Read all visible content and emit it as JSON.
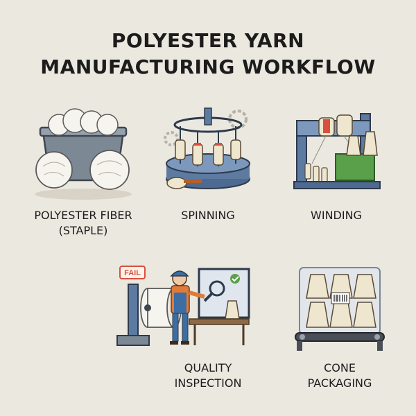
{
  "title": {
    "line1": "POLYESTER YARN",
    "line2": "MANUFACTURING WORKFLOW"
  },
  "steps": [
    {
      "id": "fiber",
      "label_lines": [
        "POLYESTER FIBER",
        "(STAPLE)"
      ],
      "icon": "fiber-bin-icon"
    },
    {
      "id": "spinning",
      "label_lines": [
        "SPINNING"
      ],
      "icon": "spinning-frame-icon"
    },
    {
      "id": "winding",
      "label_lines": [
        "WINDING"
      ],
      "icon": "winding-machine-icon"
    },
    {
      "id": "quality",
      "label_lines": [
        "QUALITY",
        "INSPECTION"
      ],
      "icon": "inspector-icon",
      "badge": "FAIL"
    },
    {
      "id": "packaging",
      "label_lines": [
        "CONE",
        "PACKAGING"
      ],
      "icon": "packaged-cones-icon"
    }
  ],
  "colors": {
    "background": "#ebe8e0",
    "machine_blue": "#5d7aa0",
    "fiber_white": "#f6f4ee",
    "cone_cream": "#efe6cf",
    "accent_orange": "#e07b3a",
    "accent_green": "#5aa04a",
    "fail_red": "#d9503f"
  }
}
